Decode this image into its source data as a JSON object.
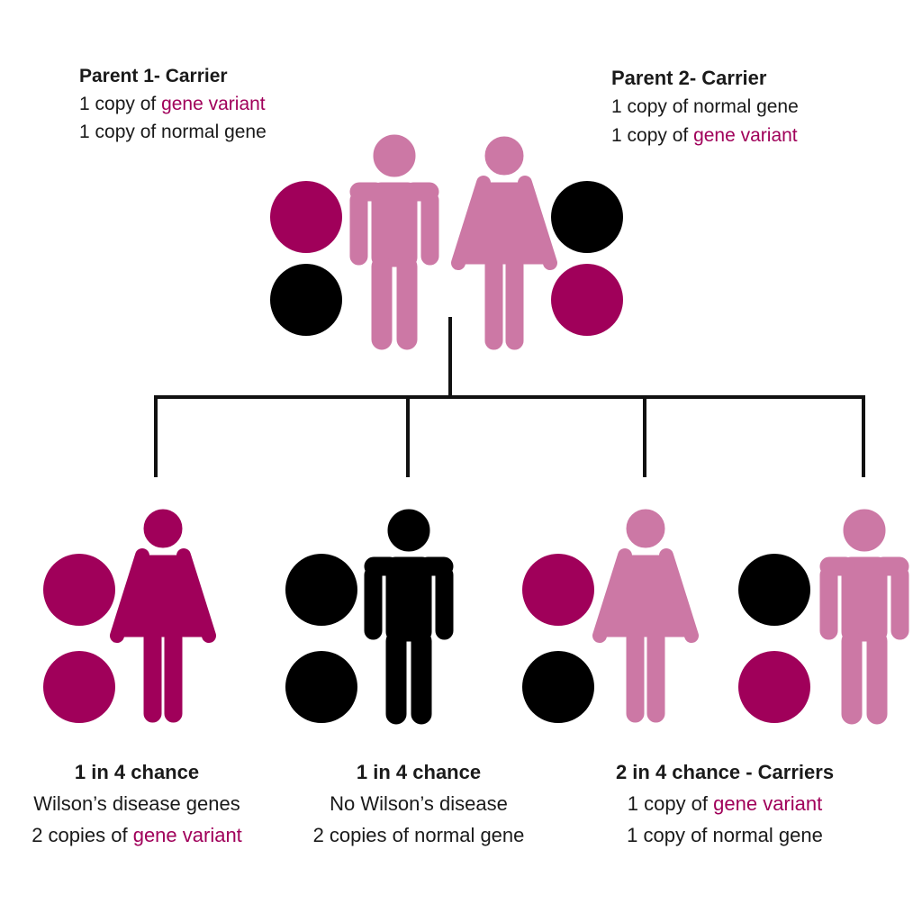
{
  "colors": {
    "variant": "#a0005a",
    "normal": "#000000",
    "carrier_figure": "#cc78a5",
    "affected_figure": "#a0005a",
    "unaffected_figure": "#000000",
    "highlight_text": "#a0005a"
  },
  "parent1": {
    "title": "Parent 1- Carrier",
    "line1_prefix": "1 copy of ",
    "line1_highlight": "gene variant",
    "line2": "1 copy of normal gene",
    "icon": "male-figure-icon"
  },
  "parent2": {
    "title": "Parent 2- Carrier",
    "line1": "1 copy of normal gene",
    "line2_prefix": "1 copy of ",
    "line2_highlight": "gene variant",
    "icon": "female-figure-icon"
  },
  "children": [
    {
      "title": "1 in 4 chance",
      "line1": "Wilson’s disease genes",
      "line2_prefix": "2 copies of ",
      "line2_highlight": "gene variant"
    },
    {
      "title": "1 in 4 chance",
      "line1": "No Wilson’s disease",
      "line2": "2 copies of normal gene"
    },
    {
      "title": "2 in 4 chance - Carriers",
      "line1_prefix": "1 copy of ",
      "line1_highlight": "gene variant",
      "line2": "1 copy of normal gene"
    }
  ]
}
